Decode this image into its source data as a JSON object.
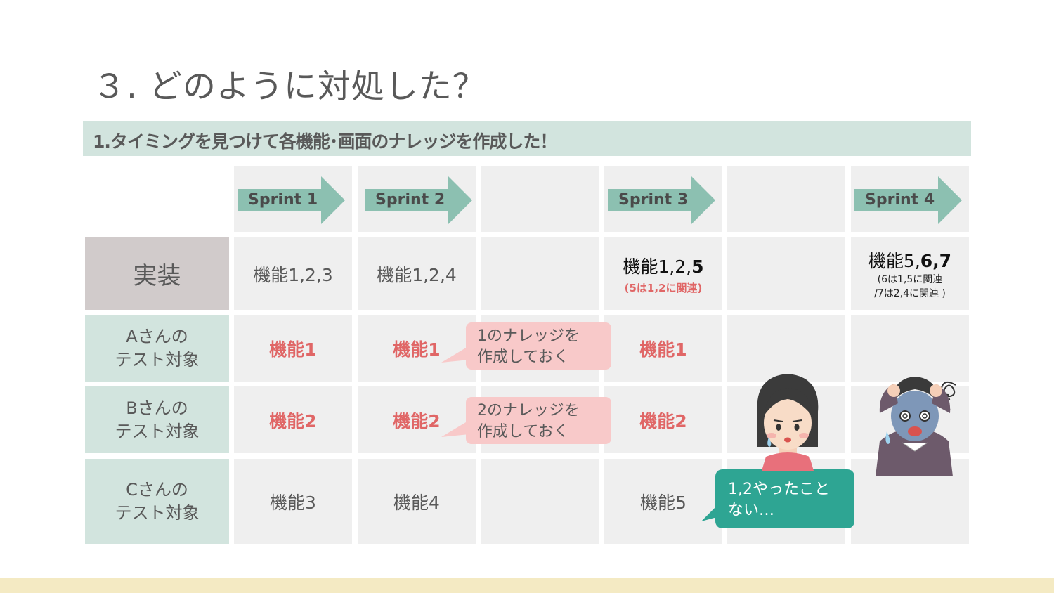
{
  "title": "３. どのように対処した？",
  "subtitle": "1.タイミングを見つけて各機能･画面のナレッジを作成した！",
  "sprints": [
    "Sprint 1",
    "Sprint 2",
    "Sprint 3",
    "Sprint 4"
  ],
  "rows": {
    "impl": {
      "label": "実装",
      "s1": "機能1,2,3",
      "s2": "機能1,2,4",
      "s3_main_a": "機能1,2,",
      "s3_main_b": "5",
      "s3_note": "(5は1,2に関連)",
      "s4_main_a": "機能5,",
      "s4_main_b": "6,7",
      "s4_note1": "(6は1,5に関連",
      "s4_note2": "/7は2,4に関連 )"
    },
    "a": {
      "label": "Aさんの\nテスト対象",
      "s1": "機能1",
      "s2": "機能1",
      "s3": "機能1"
    },
    "b": {
      "label": "Bさんの\nテスト対象",
      "s1": "機能2",
      "s2": "機能2",
      "s3": "機能2"
    },
    "c": {
      "label": "Cさんの\nテスト対象",
      "s1": "機能3",
      "s2": "機能4",
      "s3": "機能5"
    }
  },
  "bubbles": {
    "k1_line1": "1のナレッジを",
    "k1_line2": "作成しておく",
    "k2_line1": "2のナレッジを",
    "k2_line2": "作成しておく",
    "c_line1": "1,2やったこと",
    "c_line2": "ない…"
  },
  "colors": {
    "accent_teal": "#8cc0b1",
    "row_head": "#d2e4de",
    "impl_head": "#d1cbcb",
    "red": "#e06666",
    "bubble_pink": "#f8c9c9",
    "bubble_teal": "#2ea593",
    "footer": "#f4eac3"
  }
}
